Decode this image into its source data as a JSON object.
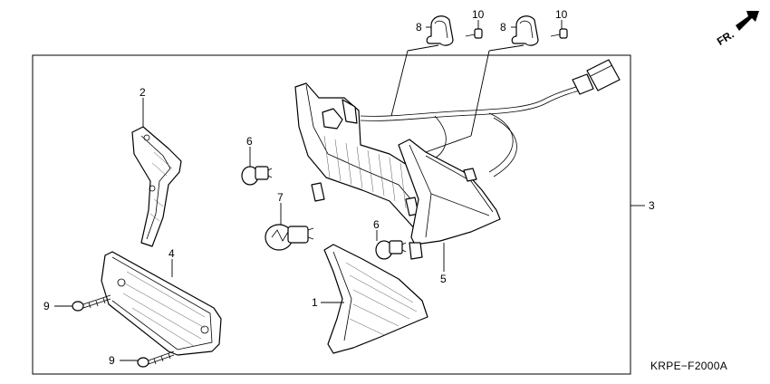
{
  "diagram": {
    "diagram_code": "KRPE−F2000A",
    "orientation_label": "FR.",
    "callouts": [
      {
        "id": "c1",
        "number": "1"
      },
      {
        "id": "c2",
        "number": "2"
      },
      {
        "id": "c3",
        "number": "3"
      },
      {
        "id": "c4",
        "number": "4"
      },
      {
        "id": "c5",
        "number": "5"
      },
      {
        "id": "c6a",
        "number": "6"
      },
      {
        "id": "c6b",
        "number": "6"
      },
      {
        "id": "c7",
        "number": "7"
      },
      {
        "id": "c8a",
        "number": "8"
      },
      {
        "id": "c8b",
        "number": "8"
      },
      {
        "id": "c9a",
        "number": "9"
      },
      {
        "id": "c9b",
        "number": "9"
      },
      {
        "id": "c10a",
        "number": "10"
      },
      {
        "id": "c10b",
        "number": "10"
      }
    ]
  }
}
